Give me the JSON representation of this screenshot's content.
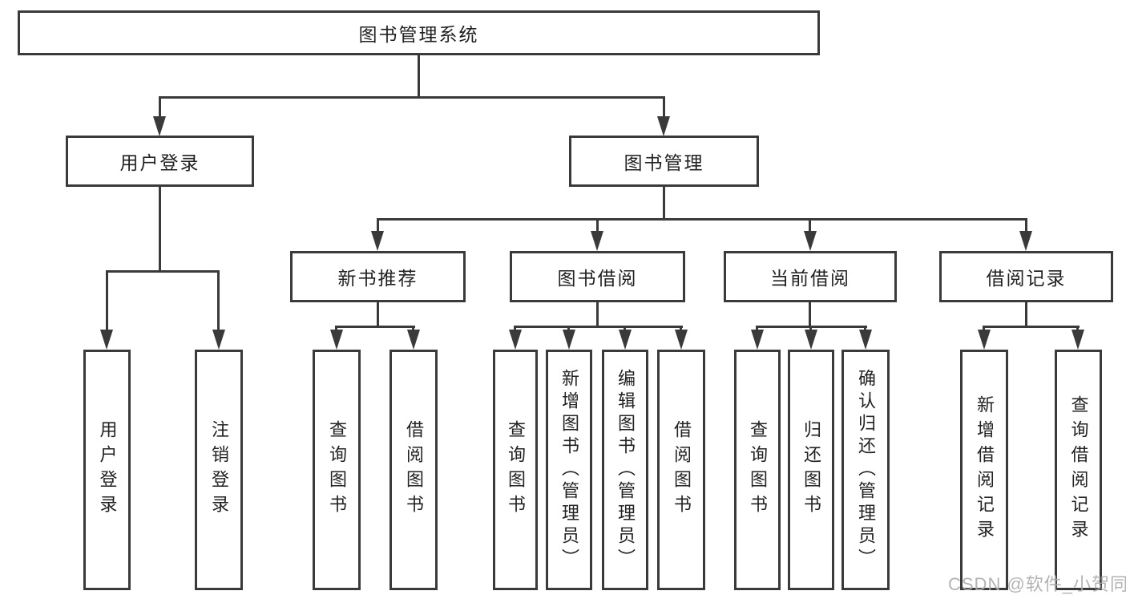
{
  "tree": {
    "label": "图书管理系统",
    "children": [
      {
        "label": "用户登录",
        "children": [
          {
            "label": "用户登录"
          },
          {
            "label": "注销登录"
          }
        ]
      },
      {
        "label": "图书管理",
        "children": [
          {
            "label": "新书推荐",
            "children": [
              {
                "label": "查询图书"
              },
              {
                "label": "借阅图书"
              }
            ]
          },
          {
            "label": "图书借阅",
            "children": [
              {
                "label": "查询图书"
              },
              {
                "label": "新增图书（管理员）"
              },
              {
                "label": "编辑图书（管理员）"
              },
              {
                "label": "借阅图书"
              }
            ]
          },
          {
            "label": "当前借阅",
            "children": [
              {
                "label": "查询图书"
              },
              {
                "label": "归还图书"
              },
              {
                "label": "确认归还（管理员）"
              }
            ]
          },
          {
            "label": "借阅记录",
            "children": [
              {
                "label": "新增借阅记录"
              },
              {
                "label": "查询借阅记录"
              }
            ]
          }
        ]
      }
    ]
  },
  "watermark": "CSDN @软件_小贺同学",
  "colors": {
    "line": "#3a3a3a",
    "text": "#222222",
    "watermark": "#adadad",
    "background": "#ffffff"
  }
}
